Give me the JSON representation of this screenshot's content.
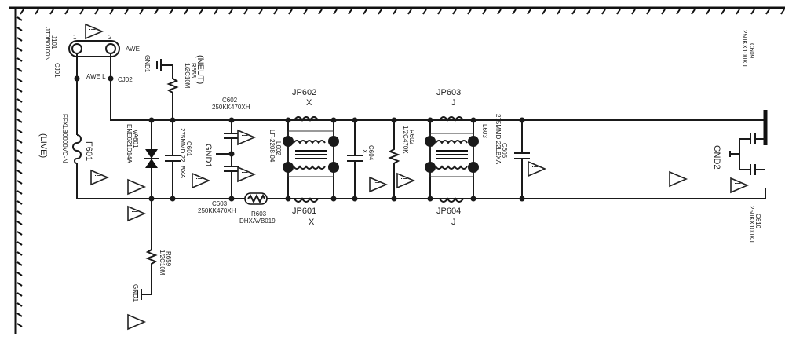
{
  "connector": {
    "ref": "J101",
    "part": "JT0B0100N",
    "pin1": "1",
    "pin2": "2",
    "wire_a": "AWE",
    "wire_b": "AWE L",
    "cj1": "CJ01",
    "cj2": "CJ02"
  },
  "fuse": {
    "ref": "F601",
    "part": "FFXLB0000VC-N",
    "note": "(LIVE)"
  },
  "r658": {
    "ref": "R658",
    "part": "1/2C10M",
    "note": "(NEUT)",
    "gnd": "GND1"
  },
  "va601": {
    "ref": "VA601",
    "part": "ENE621D14A"
  },
  "c601": {
    "ref": "C601",
    "part": "275MMD 22LBXA"
  },
  "c602": {
    "ref": "C602",
    "part": "250KK470XH"
  },
  "c603": {
    "ref": "C603",
    "part": "250KK470XH"
  },
  "gnd_mid": "GND1",
  "r603": {
    "ref": "R603",
    "part": "DHXAVB019"
  },
  "l602": {
    "ref": "L602",
    "part": "LF-2208-04"
  },
  "jp602": {
    "ref": "JP602",
    "val": "X"
  },
  "jp601": {
    "ref": "JP601",
    "val": "X"
  },
  "c604": {
    "ref": "C604",
    "val": "X"
  },
  "r602": {
    "ref": "R602",
    "part": "1/2C470K"
  },
  "l603": {
    "ref": "L603"
  },
  "jp603": {
    "ref": "JP603",
    "val": "J"
  },
  "jp604": {
    "ref": "JP604",
    "val": "J"
  },
  "c605": {
    "ref": "C605",
    "part": "275MMD 22LBXA"
  },
  "c609": {
    "ref": "C609",
    "part": "250KX100XJ"
  },
  "c610": {
    "ref": "C610",
    "part": "250KX100XJ"
  },
  "gnd2": "GND2",
  "r659": {
    "ref": "R659",
    "part": "1/2C10M",
    "gnd": "GND1"
  },
  "warning_symbol": "!"
}
